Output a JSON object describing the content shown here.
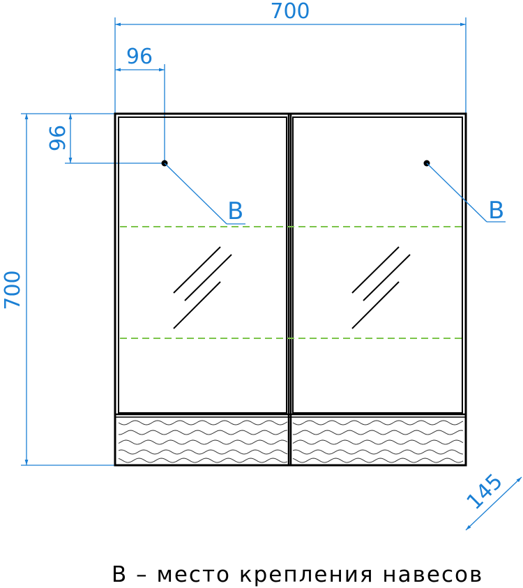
{
  "dimensions": {
    "width": "700",
    "height": "700",
    "hole_x_offset": "96",
    "hole_y_offset": "96",
    "depth": "145"
  },
  "labels": {
    "left_mount": "B",
    "right_mount": "B"
  },
  "caption": "B – место крепления навесов",
  "colors": {
    "dimension": "#1a7fd4",
    "outline": "#000000",
    "shelf": "#7cc44a"
  }
}
